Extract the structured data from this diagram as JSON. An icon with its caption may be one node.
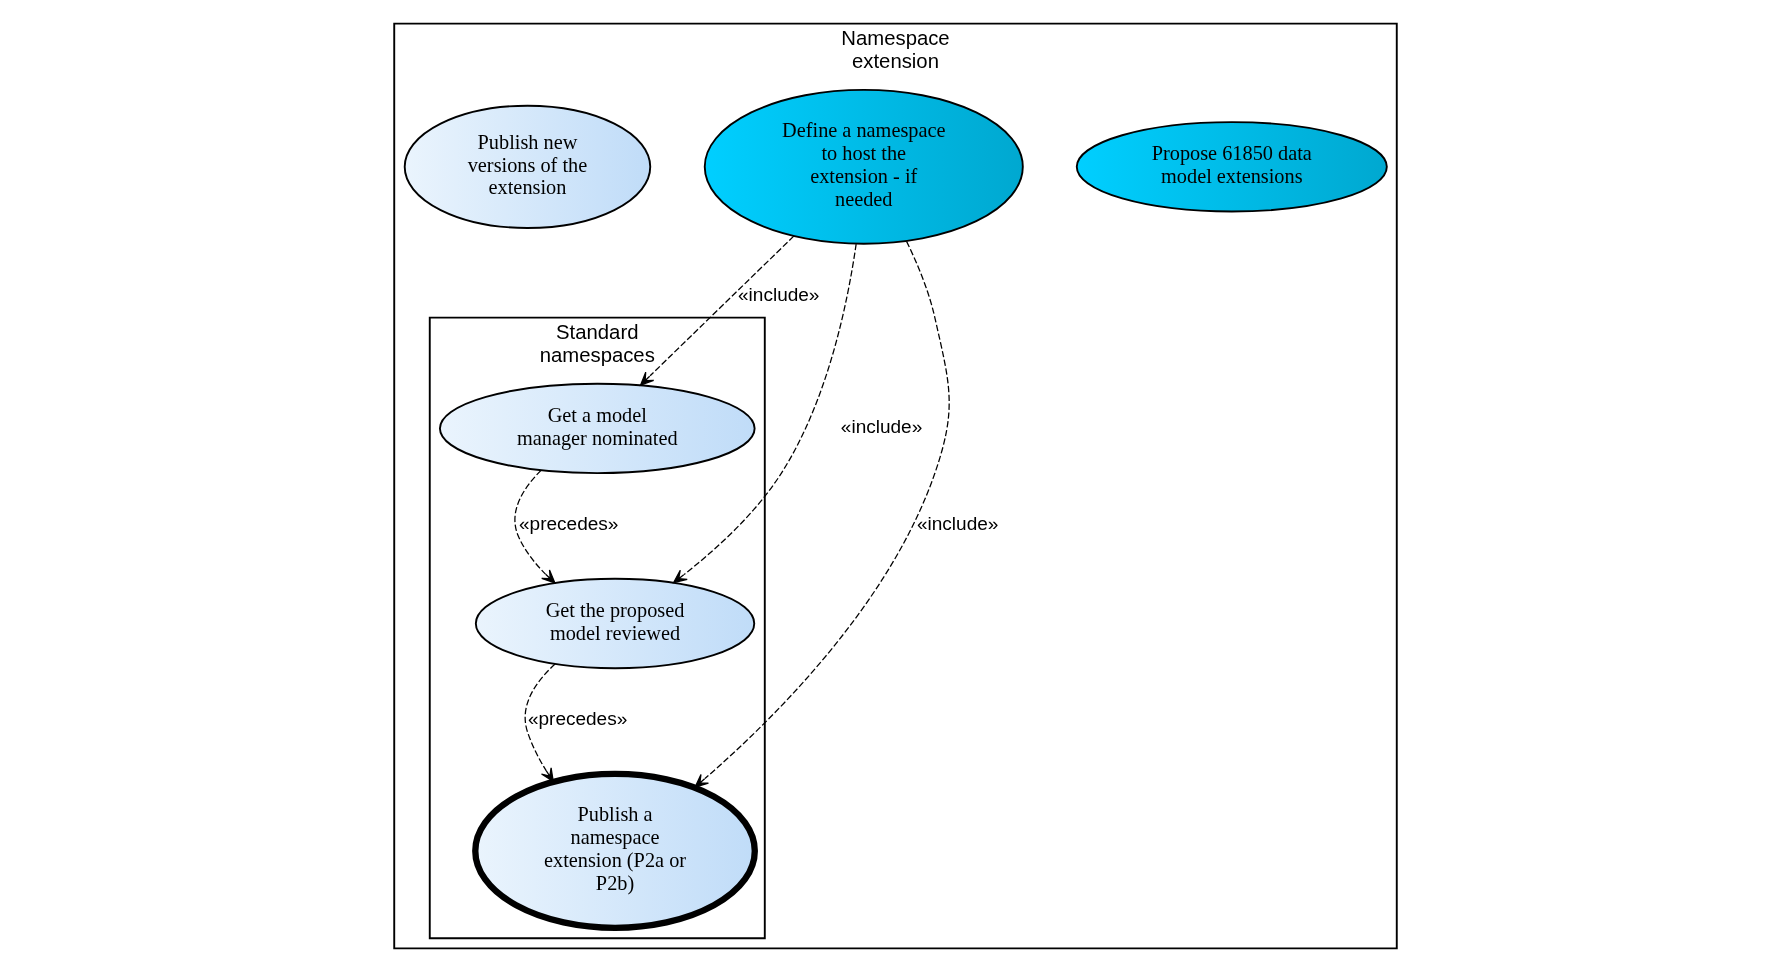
{
  "diagram": {
    "nodes": [
      {
        "text": [
          "Namespace extension"
        ]
      },
      {
        "text": [
          "Propose 61850 data model extensions"
        ],
        "in": 0
      },
      {
        "text": [
          "Define a namespace to host the extension - if needed"
        ],
        "in": 0
      },
      {
        "text": [
          "Publish new versions of the extension"
        ],
        "in": 0
      },
      {
        "text": [
          "Standard namespaces"
        ],
        "in": 0
      },
      {
        "text": [
          "Get a model manager nominated"
        ],
        "in": 4
      },
      {
        "text": [
          "Get the proposed model reviewed"
        ],
        "in": 4
      },
      {
        "text": [
          "Publish a namespace extension (P2a or P2b)"
        ],
        "in": 4
      }
    ],
    "edges": [
      {
        "from": 2,
        "to": 5,
        "arrow": "to",
        "label": "«include»",
        "style": "dashed"
      },
      {
        "from": 2,
        "to": 6,
        "arrow": "to",
        "label": "«include»",
        "style": "dashed"
      },
      {
        "from": 2,
        "to": 7,
        "arrow": "to",
        "label": "«include»",
        "style": "dashed"
      },
      {
        "from": 5,
        "to": 6,
        "arrow": "to",
        "label": "«precedes»",
        "style": "dashed"
      },
      {
        "from": 6,
        "to": 7,
        "arrow": "to",
        "label": "«precedes»",
        "style": "dashed"
      }
    ]
  }
}
